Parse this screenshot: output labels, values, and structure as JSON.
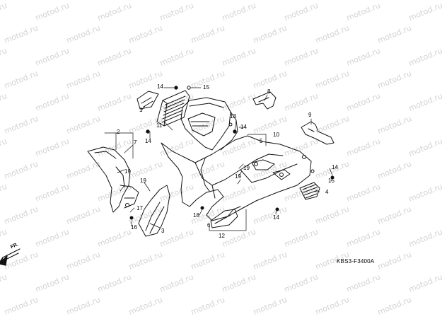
{
  "watermark": {
    "text": "motod.ru"
  },
  "diagram": {
    "code": "KBS3-F3400A",
    "direction_label": "FR.",
    "callouts": [
      {
        "id": "c1",
        "text": "1"
      },
      {
        "id": "c2",
        "text": "2"
      },
      {
        "id": "c3",
        "text": "3"
      },
      {
        "id": "c4",
        "text": "4"
      },
      {
        "id": "c5",
        "text": "5"
      },
      {
        "id": "c6",
        "text": "6"
      },
      {
        "id": "c7",
        "text": "7"
      },
      {
        "id": "c8",
        "text": "8"
      },
      {
        "id": "c9",
        "text": "9"
      },
      {
        "id": "c10",
        "text": "10"
      },
      {
        "id": "c11",
        "text": "11"
      },
      {
        "id": "c12",
        "text": "12"
      },
      {
        "id": "c13",
        "text": "13"
      },
      {
        "id": "c14a",
        "text": "14"
      },
      {
        "id": "c14b",
        "text": "14"
      },
      {
        "id": "c14c",
        "text": "14"
      },
      {
        "id": "c14d",
        "text": "14"
      },
      {
        "id": "c14e",
        "text": "14"
      },
      {
        "id": "c15a",
        "text": "15"
      },
      {
        "id": "c15b",
        "text": "15"
      },
      {
        "id": "c16",
        "text": "16"
      },
      {
        "id": "c17",
        "text": "17"
      },
      {
        "id": "c18",
        "text": "18"
      },
      {
        "id": "c19a",
        "text": "19"
      },
      {
        "id": "c19b",
        "text": "19"
      },
      {
        "id": "c19c",
        "text": "19"
      },
      {
        "id": "c19d",
        "text": "19"
      }
    ]
  }
}
